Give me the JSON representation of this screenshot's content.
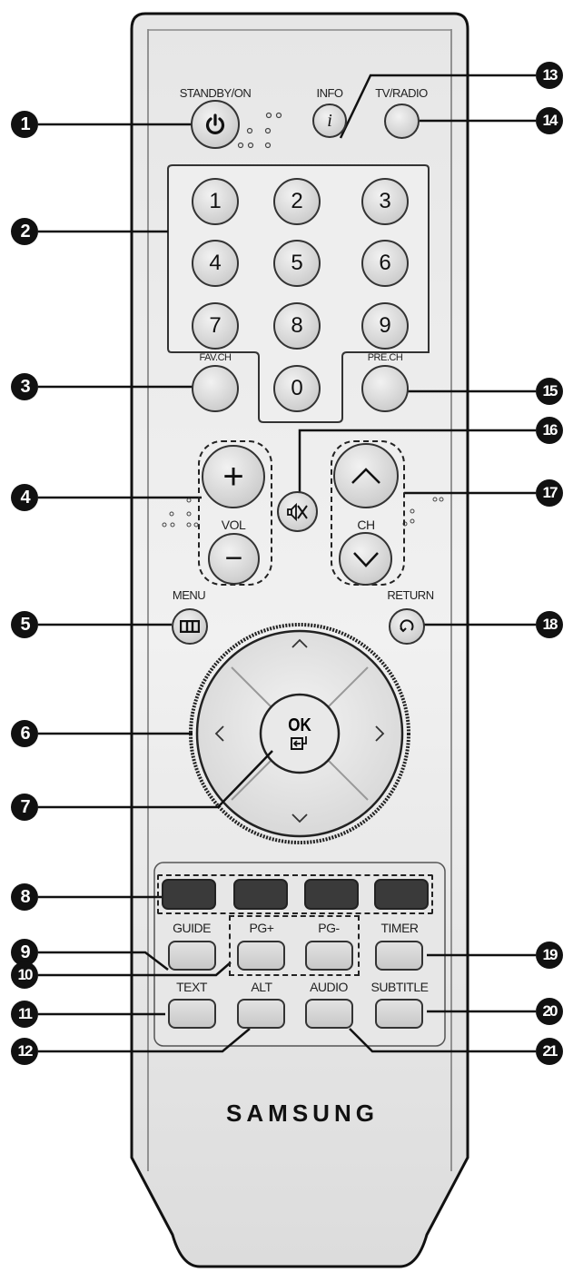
{
  "device": {
    "brand": "SAMSUNG",
    "type": "remote-control"
  },
  "buttons": {
    "standby": {
      "label": "STANDBY/ON",
      "icon": "power-icon"
    },
    "info": {
      "label": "INFO",
      "glyph": "i"
    },
    "tv_radio": {
      "label": "TV/RADIO"
    },
    "numbers": [
      "1",
      "2",
      "3",
      "4",
      "5",
      "6",
      "7",
      "8",
      "9",
      "0"
    ],
    "fav_ch": {
      "label": "FAV.CH"
    },
    "pre_ch": {
      "label": "PRE.CH"
    },
    "vol": {
      "label": "VOL",
      "up": "+",
      "down": "−"
    },
    "mute": {
      "icon": "mute-icon"
    },
    "ch": {
      "label": "CH",
      "up": "∧",
      "down": "∨"
    },
    "menu": {
      "label": "MENU",
      "icon": "menu-icon"
    },
    "return": {
      "label": "RETURN",
      "icon": "return-icon"
    },
    "dpad": {
      "up": "^",
      "down": "v",
      "left": "<",
      "right": ">"
    },
    "ok": {
      "label": "OK",
      "icon": "enter-icon"
    },
    "color_buttons": [
      "red",
      "green",
      "yellow",
      "blue"
    ],
    "row2": [
      {
        "label": "GUIDE"
      },
      {
        "label": "PG+"
      },
      {
        "label": "PG-"
      },
      {
        "label": "TIMER"
      }
    ],
    "row3": [
      {
        "label": "TEXT"
      },
      {
        "label": "ALT"
      },
      {
        "label": "AUDIO"
      },
      {
        "label": "SUBTITLE"
      }
    ]
  },
  "callouts": {
    "left": [
      "1",
      "2",
      "3",
      "4",
      "5",
      "6",
      "7",
      "8",
      "9",
      "10",
      "11",
      "12"
    ],
    "right": [
      "13",
      "14",
      "15",
      "16",
      "17",
      "18",
      "19",
      "20",
      "21"
    ]
  }
}
